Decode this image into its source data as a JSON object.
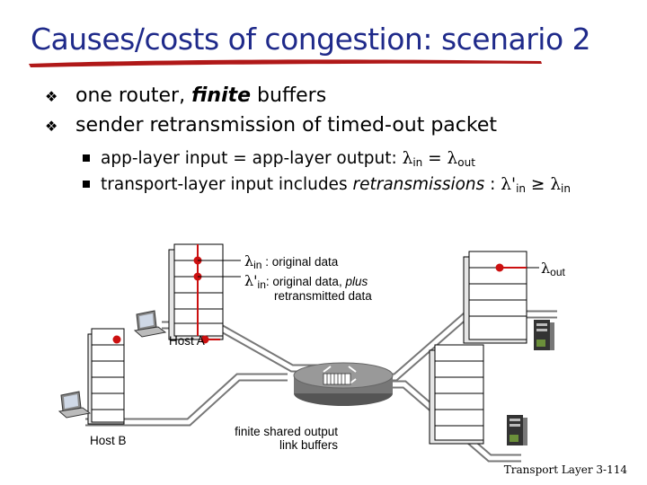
{
  "title": "Causes/costs of congestion: scenario 2",
  "bullets": [
    {
      "pre": "one router, ",
      "emph": "finite",
      "post": " buffers"
    },
    {
      "text": "sender retransmission of timed-out packet"
    }
  ],
  "subbullets": [
    {
      "text": "app-layer input = app-layer output: ",
      "eq_lhs": "λ",
      "lhs_sub": "in",
      "eq_sign": " = ",
      "rhs": "λ",
      "rhs_sub": "out"
    },
    {
      "text": "transport-layer input includes ",
      "emph": "retransmissions",
      "sep": " : ",
      "lhs": "λ'",
      "lhs_sub": "in",
      "op": " ≥ ",
      "rhs": "λ",
      "rhs_sub": "in"
    }
  ],
  "diagram": {
    "lambda_in_sym": "λ",
    "lambda_in_sub": "in",
    "lambda_in_desc": " : original data",
    "lambda_prime_sym": "λ'",
    "lambda_prime_sub": "in",
    "lambda_prime_desc_pre": ": original data, ",
    "lambda_prime_desc_emph": "plus",
    "lambda_prime_desc_line2": "retransmitted data",
    "lambda_out_sym": "λ",
    "lambda_out_sub": "out",
    "host_a": "Host A",
    "host_b": "Host B",
    "router_caption_line1": "finite shared output",
    "router_caption_line2": "link buffers"
  },
  "footer": "Transport Layer 3-114",
  "colors": {
    "title": "#1f2a8a",
    "underline": "#b01818",
    "arrow": "#cc1010"
  },
  "icons": [
    "laptop-icon",
    "server-icon",
    "router-icon",
    "bullet-diamond-icon"
  ]
}
